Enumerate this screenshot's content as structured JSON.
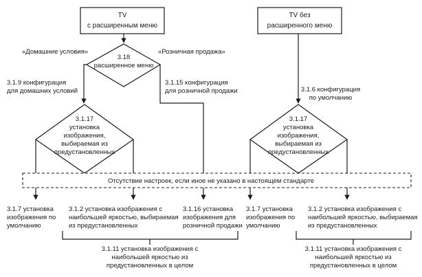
{
  "boxes": {
    "tv_extended": [
      "TV",
      "с расширенным меню"
    ],
    "tv_no_extended": [
      "TV без",
      "расширенного меню"
    ]
  },
  "decisions": {
    "extended_menu": [
      "3.18",
      "расширенное меню"
    ],
    "preset_left": [
      "3.1.17",
      "установка",
      "изображения,",
      "выбираемая из",
      "предустановленных"
    ],
    "preset_right": [
      "3.1.17",
      "установка",
      "изображения,",
      "выбираемая из",
      "предустановленных"
    ]
  },
  "branch_labels": {
    "home": "«Домашние условия»",
    "retail": "«Розничная продажа»"
  },
  "config_labels": {
    "home": [
      "3.1.9 конфигурация",
      "для домашних условий"
    ],
    "retail": [
      "3.1.15 конфигурация",
      "для розничной продажи"
    ],
    "default": [
      "3.1.6 конфигурация",
      "по умолчанию"
    ]
  },
  "band": {
    "text": "Отсутствие настроек, если иное не указано в настоящем стандарте"
  },
  "outcomes": {
    "o1": [
      "3.1.7 установка",
      "изображения по",
      "умолчанию"
    ],
    "o2": [
      "3.1.2 установка изображения с",
      "наибольшей яркостью, выбираемая",
      "из предустановленных"
    ],
    "o3": [
      "3.1.16 установка",
      "изображения для",
      "розничной продажи"
    ],
    "o4": [
      "3.1.7 установка",
      "изображения по",
      "умолчанию"
    ],
    "o5": [
      "3.1.2 установка изображения с",
      "наибольшей яркостью, выбираемая",
      "из предустановленных"
    ]
  },
  "groups": {
    "left": [
      "3.1.11 установка изображения с",
      "наибольшей яркостью из",
      "предустановленных в целом"
    ],
    "right": [
      "3.1.11 установка изображения с",
      "наибольшей яркостью из",
      "предустановленных в целом"
    ]
  }
}
